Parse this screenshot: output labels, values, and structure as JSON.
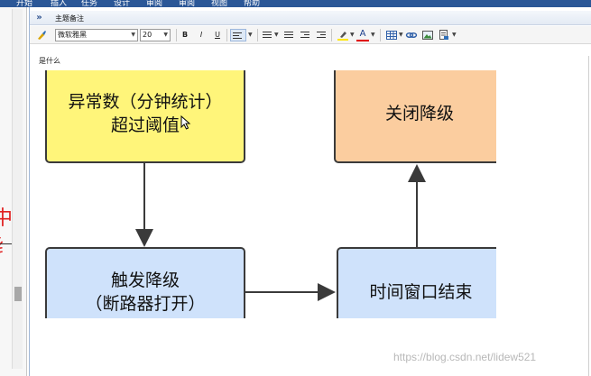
{
  "ribbon": {
    "tabs": [
      "开始",
      "插入",
      "任务",
      "设计",
      "审阅",
      "审阅",
      "视图",
      "帮助"
    ]
  },
  "panel": {
    "title": "主题备注",
    "font_name": "微软雅黑",
    "font_size": "20",
    "bold": "B",
    "italic": "I",
    "underline": "U",
    "font_color_glyph": "A",
    "topic_label": "是什么"
  },
  "left_pane": {
    "partial_text": "中纟"
  },
  "diagram": {
    "nodes": {
      "anomaly": "异常数（分钟统计）\n超过阈值",
      "close": "关闭降级",
      "trigger": "触发降级\n（断路器打开）",
      "window_end": "时间窗口结束"
    },
    "colors": {
      "yellow": "#fff57a",
      "orange": "#fbcd9f",
      "blue": "#cfe2fb",
      "stroke": "#3a3a3a"
    }
  },
  "watermark": "https://blog.csdn.net/lidew521"
}
